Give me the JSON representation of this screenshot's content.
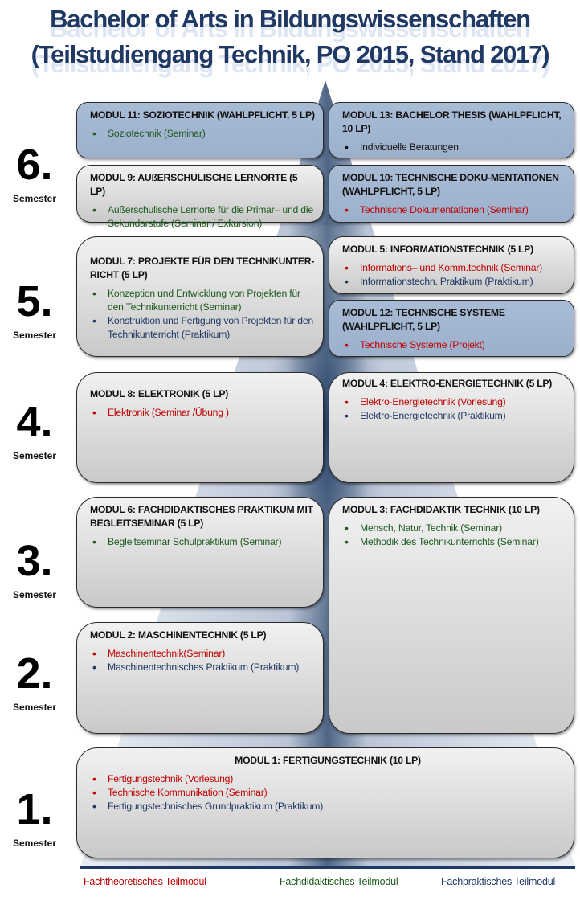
{
  "title": {
    "line1": "Bachelor of Arts in Bildungswissenschaften",
    "line2": "(Teilstudiengang Technik, PO 2015, Stand 2017)"
  },
  "colors": {
    "title": "#1f3864",
    "fachtheoretisch": "#c00000",
    "fachdidaktisch": "#1e5a1e",
    "fachpraktisch": "#1f3864",
    "wahlpflicht_box": "#a9bcd6",
    "pflicht_box": "#e0e0e0"
  },
  "semesters": [
    {
      "number": "6.",
      "label": "Semester"
    },
    {
      "number": "5.",
      "label": "Semester"
    },
    {
      "number": "4.",
      "label": "Semester"
    },
    {
      "number": "3.",
      "label": "Semester"
    },
    {
      "number": "2.",
      "label": "Semester"
    },
    {
      "number": "1.",
      "label": "Semester"
    }
  ],
  "modules": {
    "m11": {
      "title": "MODUL 11: SOZIOTECHNIK (WAHLPFLICHT, 5 LP)",
      "type": "wahlpflicht",
      "items": [
        {
          "text": "Soziotechnik (Seminar)",
          "category": "fachdidaktisch"
        }
      ]
    },
    "m13": {
      "title": "MODUL 13: BACHELOR THESIS (WAHLPFLICHT, 10 LP)",
      "type": "wahlpflicht",
      "items": [
        {
          "text": "Individuelle Beratungen",
          "category": "none"
        }
      ]
    },
    "m9": {
      "title": "MODUL 9: AUßERSCHULISCHE LERNORTE (5 LP)",
      "type": "pflicht",
      "items": [
        {
          "text": "Außerschulische Lernorte für die Primar– und die Sekundarstufe (Seminar / Exkursion)",
          "category": "fachdidaktisch"
        }
      ]
    },
    "m10": {
      "title": "MODUL 10: TECHNISCHE DOKU-MENTATIONEN (WAHLPFLICHT, 5 LP)",
      "type": "wahlpflicht",
      "items": [
        {
          "text": "Technische Dokumentationen (Seminar)",
          "category": "fachtheoretisch"
        }
      ]
    },
    "m7": {
      "title": "MODUL 7: PROJEKTE FÜR DEN TECHNIKUNTER-RICHT (5 LP)",
      "type": "pflicht",
      "items": [
        {
          "text": "Konzeption und Entwicklung von Projekten für den Technikunterricht (Seminar)",
          "category": "fachdidaktisch"
        },
        {
          "text": "Konstruktion und Fertigung von Projekten für den Technikunterricht (Praktikum)",
          "category": "fachpraktisch"
        }
      ]
    },
    "m5": {
      "title": "MODUL 5: INFORMATIONSTECHNIK (5 LP)",
      "type": "pflicht",
      "items": [
        {
          "text": "Informations– und Komm.technik (Seminar)",
          "category": "fachtheoretisch"
        },
        {
          "text": "Informationstechn. Praktikum (Praktikum)",
          "category": "fachpraktisch"
        }
      ]
    },
    "m12": {
      "title": "MODUL 12: TECHNISCHE SYSTEME (WAHLPFLICHT, 5 LP)",
      "type": "wahlpflicht",
      "items": [
        {
          "text": "Technische Systeme (Projekt)",
          "category": "fachtheoretisch"
        }
      ]
    },
    "m8": {
      "title": "MODUL 8: ELEKTRONIK (5 LP)",
      "type": "pflicht",
      "items": [
        {
          "text": "Elektronik (Seminar /Übung )",
          "category": "fachtheoretisch"
        }
      ]
    },
    "m4": {
      "title": "MODUL 4: ELEKTRO-ENERGIETECHNIK (5 LP)",
      "type": "pflicht",
      "items": [
        {
          "text": "Elektro-Energietechnik (Vorlesung)",
          "category": "fachtheoretisch"
        },
        {
          "text": "Elektro-Energietechnik (Praktikum)",
          "category": "fachpraktisch"
        }
      ]
    },
    "m6": {
      "title": "MODUL 6: FACHDIDAKTISCHES PRAKTIKUM MIT BEGLEITSEMINAR (5 LP)",
      "type": "pflicht",
      "items": [
        {
          "text": "Begleitseminar Schulpraktikum (Seminar)",
          "category": "fachdidaktisch"
        }
      ]
    },
    "m3": {
      "title": "MODUL 3: FACHDIDAKTIK TECHNIK (10 LP)",
      "type": "pflicht",
      "items": [
        {
          "text": "Mensch, Natur, Technik (Seminar)",
          "category": "fachdidaktisch"
        },
        {
          "text": "Methodik des Technikunterrichts (Seminar)",
          "category": "fachdidaktisch"
        }
      ]
    },
    "m2": {
      "title": "MODUL 2: MASCHINENTECHNIK (5 LP)",
      "type": "pflicht",
      "items": [
        {
          "text": "Maschinentechnik(Seminar)",
          "category": "fachtheoretisch"
        },
        {
          "text": "Maschinentechnisches Praktikum (Praktikum)",
          "category": "fachpraktisch"
        }
      ]
    },
    "m1": {
      "title": "MODUL 1: FERTIGUNGSTECHNIK (10 LP)",
      "type": "pflicht",
      "items": [
        {
          "text": "Fertigungstechnik (Vorlesung)",
          "category": "fachtheoretisch"
        },
        {
          "text": "Technische Kommunikation (Seminar)",
          "category": "fachtheoretisch"
        },
        {
          "text": "Fertigungstechnisches Grundpraktikum (Praktikum)",
          "category": "fachpraktisch"
        }
      ]
    }
  },
  "legend": {
    "fachtheoretisch": "Fachtheoretisches Teilmodul",
    "fachdidaktisch": "Fachdidaktisches Teilmodul",
    "fachpraktisch": "Fachpraktisches Teilmodul"
  },
  "bullet_glyph": "•"
}
